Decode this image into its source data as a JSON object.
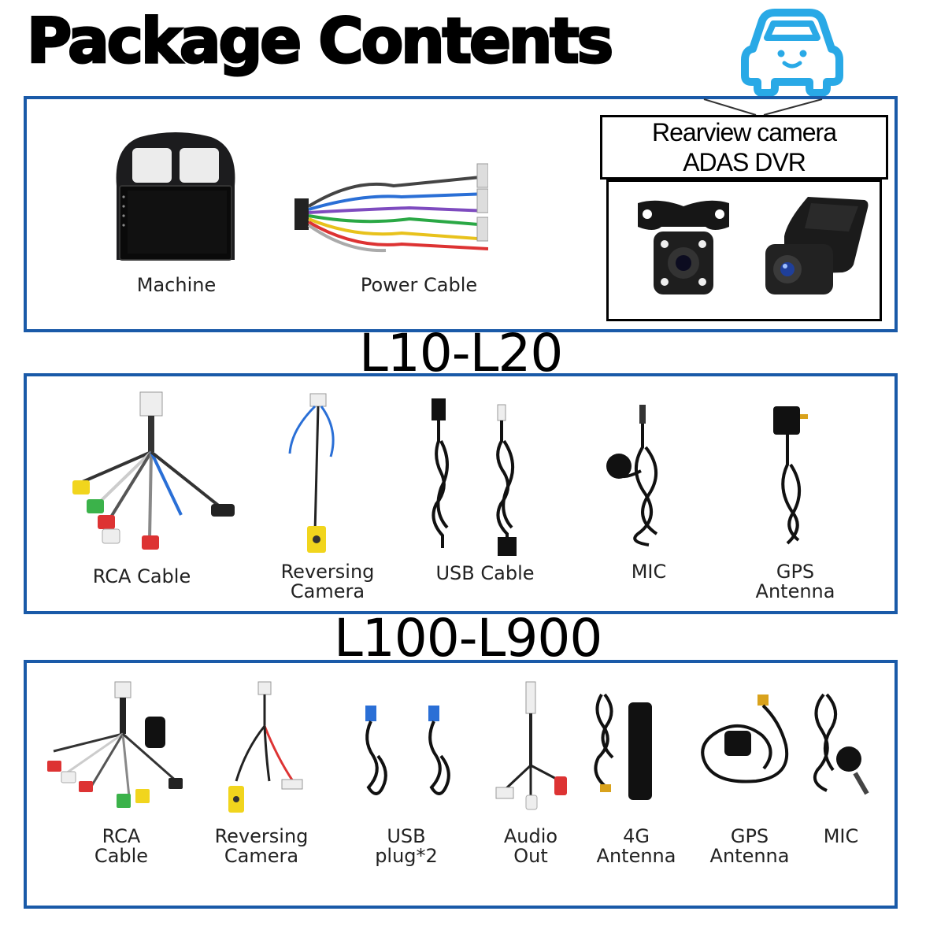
{
  "header": {
    "title": "Package Contents",
    "logo_icon": "car-smiley-icon",
    "accent_color": "#29a9e6"
  },
  "box_color": "#1a5aa8",
  "top_box": {
    "items": [
      {
        "label": "Machine",
        "icon": "car-stereo-machine"
      },
      {
        "label": "Power Cable",
        "icon": "power-cable-harness"
      }
    ],
    "camera_panel": {
      "line1": "Rearview camera",
      "line2": "ADAS DVR",
      "items": [
        {
          "icon": "rearview-camera"
        },
        {
          "icon": "adas-dvr"
        }
      ]
    }
  },
  "section_l10": {
    "label": "L10-L20",
    "items": [
      {
        "label": "RCA Cable",
        "icon": "rca-cable"
      },
      {
        "label": "Reversing\nCamera",
        "icon": "reversing-camera-cable"
      },
      {
        "label": "USB Cable",
        "icon": "usb-cable"
      },
      {
        "label": "MIC",
        "icon": "microphone"
      },
      {
        "label": "GPS\nAntenna",
        "icon": "gps-antenna"
      }
    ]
  },
  "section_l100": {
    "label": "L100-L900",
    "items": [
      {
        "label": "RCA\nCable",
        "icon": "rca-cable"
      },
      {
        "label": "Reversing\nCamera",
        "icon": "reversing-camera-cable"
      },
      {
        "label": "USB\nplug*2",
        "icon": "usb-plug"
      },
      {
        "label": "Audio\nOut",
        "icon": "audio-out-cable"
      },
      {
        "label": "4G\nAntenna",
        "icon": "4g-antenna"
      },
      {
        "label": "GPS\nAntenna",
        "icon": "gps-antenna"
      },
      {
        "label": "MIC",
        "icon": "microphone"
      }
    ]
  }
}
